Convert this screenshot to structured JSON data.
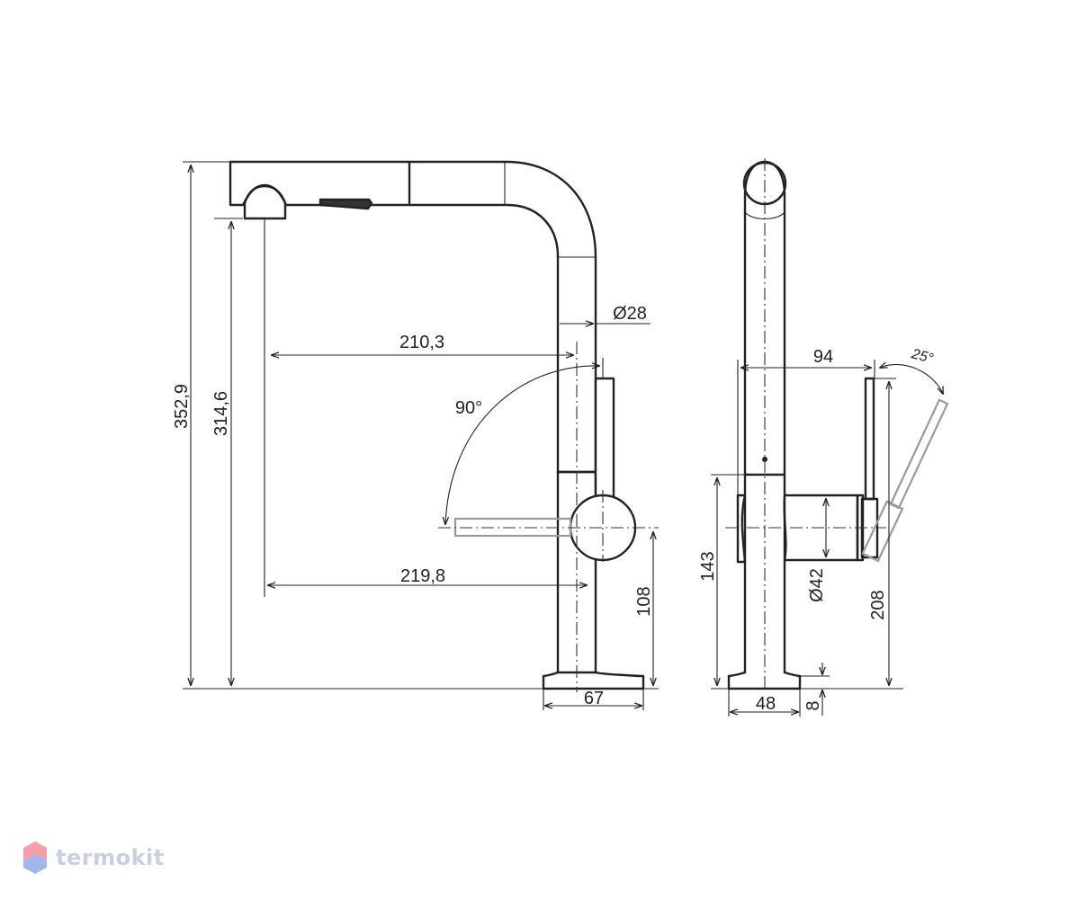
{
  "dimensions": {
    "total_height": "352,9",
    "spout_outlet_height": "314,6",
    "spout_reach": "210,3",
    "handle_reach": "219,8",
    "body_diameter": "Ø28",
    "handle_rotation": "90°",
    "base_diameter_front": "67",
    "handle_axis_height": "108",
    "side_offset": "94",
    "lever_tilt": "25°",
    "side_height": "143",
    "cartridge_diameter": "Ø42",
    "lever_top_height": "208",
    "base_diameter_side": "48",
    "base_thickness": "8"
  },
  "watermark": {
    "brand": "termokit"
  },
  "colors": {
    "line": "#222222",
    "ghost": "#9a9a9a",
    "watermark_top": "#f4a0a8",
    "watermark_bottom": "#9fb7ea"
  }
}
